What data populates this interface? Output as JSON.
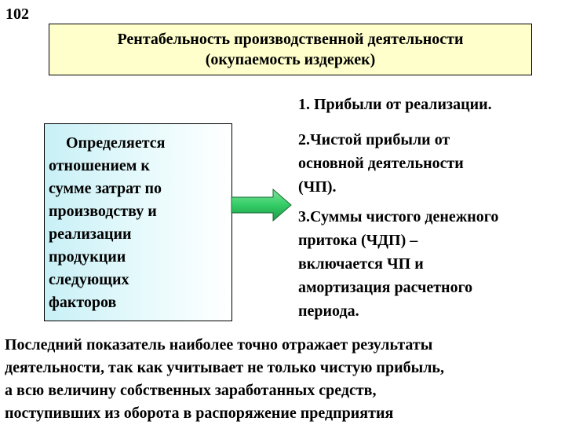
{
  "slide_number": "102",
  "title": {
    "line1": "Рентабельность производственной деятельности",
    "line2": "(окупаемость издержек)"
  },
  "left_box": {
    "lines": [
      "Определяется",
      "отношением к",
      "сумме затрат по",
      "производству и",
      "реализации",
      "продукции",
      "следующих",
      "факторов"
    ]
  },
  "factors": [
    {
      "lines": [
        "1. Прибыли от реализации."
      ]
    },
    {
      "lines": [
        "2.Чистой прибыли от",
        "основной деятельности",
        "(ЧП)."
      ]
    },
    {
      "lines": [
        "3.Суммы чистого денежного",
        "притока (ЧДП) –",
        "включается ЧП и",
        "амортизация расчетного",
        "периода."
      ]
    }
  ],
  "conclusion": {
    "lines": [
      "Последний показатель наиболее точно отражает результаты",
      "деятельности, так как учитывает не только чистую прибыль,",
      "а всю величину собственных заработанных средств,",
      "поступивших из оборота в распоряжение предприятия"
    ]
  },
  "colors": {
    "title_box_bg": "#ffffcc",
    "left_box_gradient_start": "#c8f0f6",
    "arrow_fill": "#33cc66"
  }
}
